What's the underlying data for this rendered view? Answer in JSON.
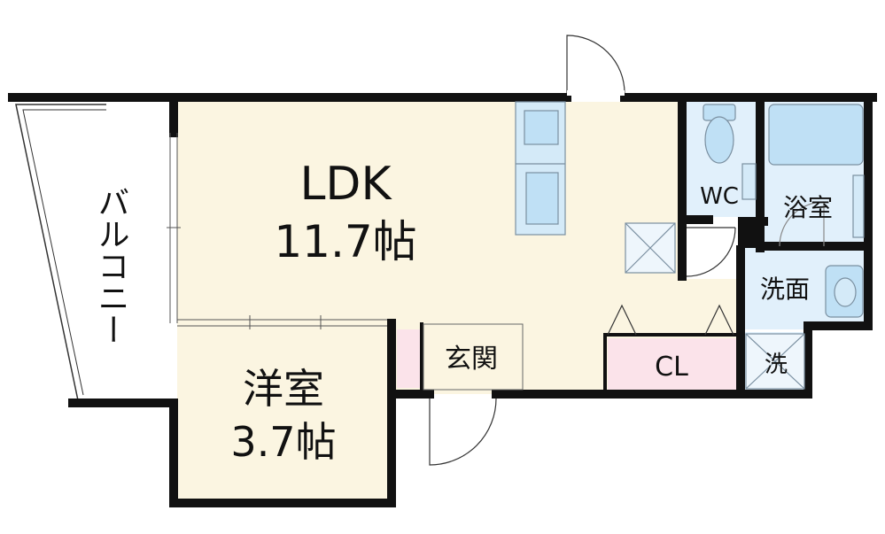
{
  "rooms": {
    "ldk": {
      "name": "LDK",
      "size": "11.7帖"
    },
    "western": {
      "name": "洋室",
      "size": "3.7帖"
    },
    "balcony": {
      "name": "バルコニー"
    },
    "entrance": {
      "name": "玄関"
    },
    "closet": {
      "name": "CL"
    },
    "wc": {
      "name": "WC"
    },
    "bath": {
      "name": "浴室"
    },
    "washroom": {
      "name": "洗面"
    },
    "laundry": {
      "name": "洗"
    }
  },
  "colors": {
    "wall": "#111111",
    "floor_beige": "#fbf5e1",
    "wet_area_blue": "#e1f0fb",
    "closet_pink": "#fbe3ea",
    "fixture_blue": "#bfe0f5",
    "fixture_stroke": "#7a8fa0"
  }
}
